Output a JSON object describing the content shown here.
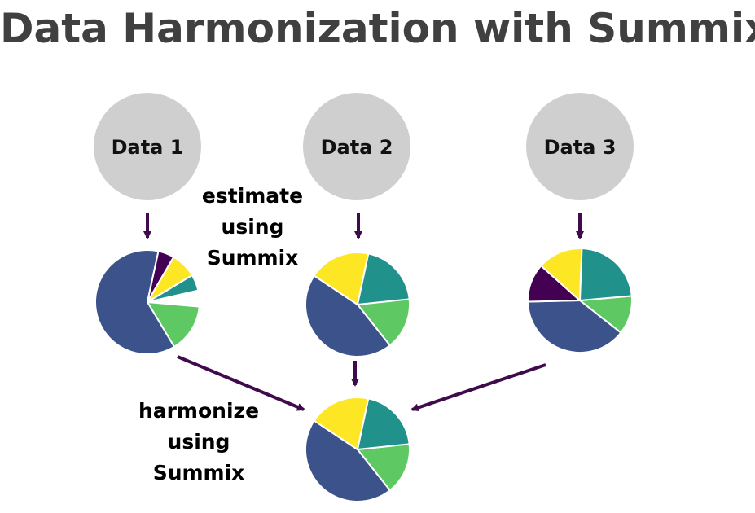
{
  "title": "Data Harmonization with Summix",
  "datasets": [
    {
      "label": "Data 1"
    },
    {
      "label": "Data 2"
    },
    {
      "label": "Data 3"
    }
  ],
  "estimate_label": [
    "estimate",
    "using",
    "Summix"
  ],
  "harmonize_label": [
    "harmonize",
    "using",
    "Summix"
  ],
  "colors": {
    "dataset_circle": "#d0cfcf",
    "arrow": "#3f0b4d",
    "title": "#404040"
  },
  "pie_colors": {
    "dark_purple": "#440154",
    "yellow": "#fde725",
    "teal": "#21918c",
    "green": "#5ec962",
    "blue": "#3b528b"
  },
  "pies": {
    "pie1": [
      {
        "color": "green",
        "fraction": 0.15
      },
      {
        "color": "blue",
        "fraction": 0.62
      },
      {
        "color": "dark_purple",
        "fraction": 0.05
      },
      {
        "color": "yellow",
        "fraction": 0.08
      },
      {
        "color": "teal",
        "fraction": 0.05
      }
    ],
    "pie2": [
      {
        "color": "green",
        "fraction": 0.16
      },
      {
        "color": "blue",
        "fraction": 0.45
      },
      {
        "color": "yellow",
        "fraction": 0.19
      },
      {
        "color": "teal",
        "fraction": 0.2
      }
    ],
    "pie3": [
      {
        "color": "green",
        "fraction": 0.12
      },
      {
        "color": "blue",
        "fraction": 0.39
      },
      {
        "color": "dark_purple",
        "fraction": 0.12
      },
      {
        "color": "yellow",
        "fraction": 0.14
      },
      {
        "color": "teal",
        "fraction": 0.23
      }
    ],
    "pie_result": [
      {
        "color": "green",
        "fraction": 0.16
      },
      {
        "color": "blue",
        "fraction": 0.45
      },
      {
        "color": "yellow",
        "fraction": 0.19
      },
      {
        "color": "teal",
        "fraction": 0.2
      }
    ]
  }
}
